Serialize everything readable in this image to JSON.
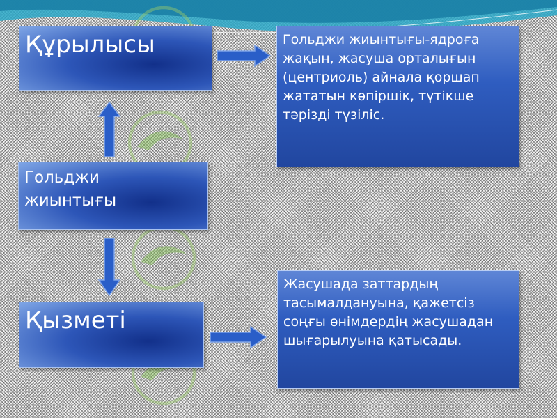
{
  "diagram": {
    "structure_box": {
      "label": "Құрылысы"
    },
    "golgi_box": {
      "label": "Гольджи жиынтығы"
    },
    "function_box": {
      "label": "Қызметі"
    },
    "structure_desc": {
      "text": " Гольджи жиынтығы-ядроға жақын, жасуша орталығын (центриоль) айнала қоршап жататын көпіршік, түтікше тәрізді түзіліс."
    },
    "function_desc": {
      "text": "Жасушада заттардың тасымалдануына, қажетсіз соңғы өнімдердің жасушадан шығарылуына қатысады."
    }
  },
  "colors": {
    "box_dark": "#12308a",
    "box_light": "#7fa6e6",
    "arrow_fill": "#2a5ec8",
    "background": "#f2f2f2"
  },
  "decor": {
    "watermark_logo": "bird-logo-icon"
  }
}
